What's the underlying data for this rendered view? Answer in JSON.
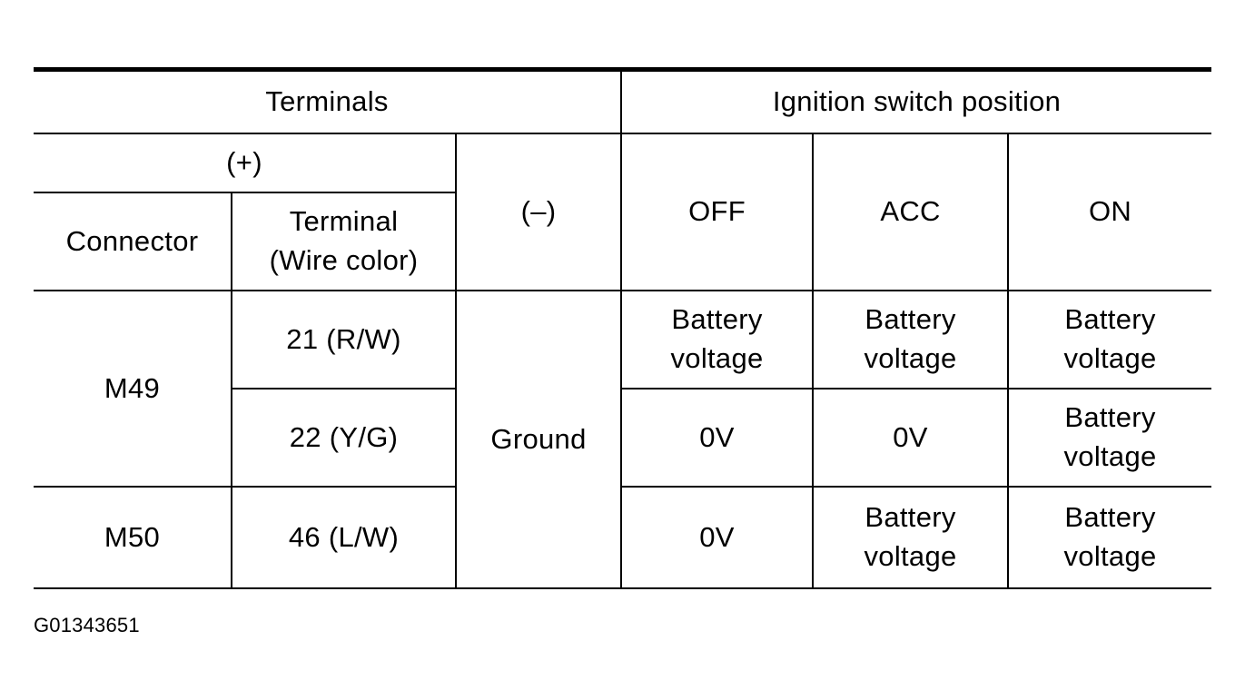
{
  "header": {
    "terminals": "Terminals",
    "ignition_switch_position": "Ignition switch position",
    "plus": "(+)",
    "minus": "(–)",
    "connector": "Connector",
    "terminal_line1": "Terminal",
    "terminal_line2": "(Wire color)",
    "off": "OFF",
    "acc": "ACC",
    "on": "ON"
  },
  "ground": "Ground",
  "rows": [
    {
      "connector": "M49",
      "terminal": "21 (R/W)",
      "off": [
        "Battery",
        "voltage"
      ],
      "acc": [
        "Battery",
        "voltage"
      ],
      "on": [
        "Battery",
        "voltage"
      ]
    },
    {
      "terminal": "22 (Y/G)",
      "off": [
        "0V"
      ],
      "acc": [
        "0V"
      ],
      "on": [
        "Battery",
        "voltage"
      ]
    },
    {
      "connector": "M50",
      "terminal": "46 (L/W)",
      "off": [
        "0V"
      ],
      "acc": [
        "Battery",
        "voltage"
      ],
      "on": [
        "Battery",
        "voltage"
      ]
    }
  ],
  "figure_id": "G01343651"
}
